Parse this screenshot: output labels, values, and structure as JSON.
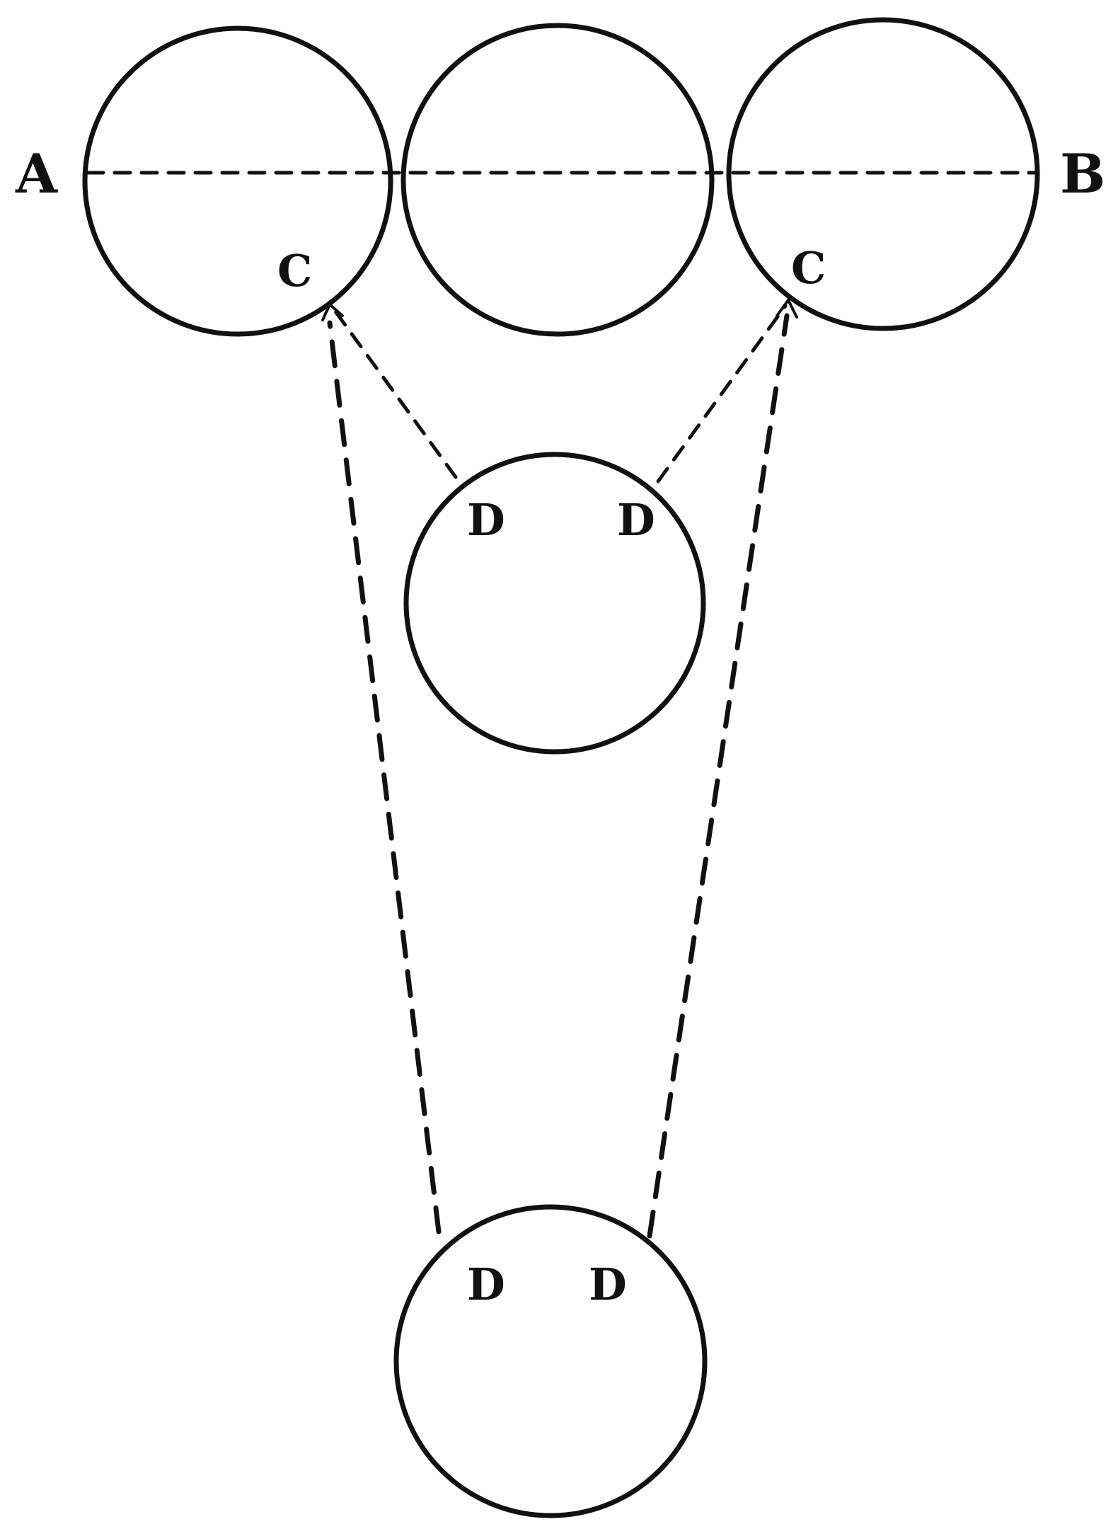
{
  "diagram": {
    "labels": {
      "a": "A",
      "b": "B",
      "c_left": "C",
      "c_right": "C",
      "d_mid_left": "D",
      "d_mid_right": "D",
      "d_bottom_left": "D",
      "d_bottom_right": "D"
    },
    "colors": {
      "ink": "#111111",
      "background": "#ffffff"
    }
  }
}
